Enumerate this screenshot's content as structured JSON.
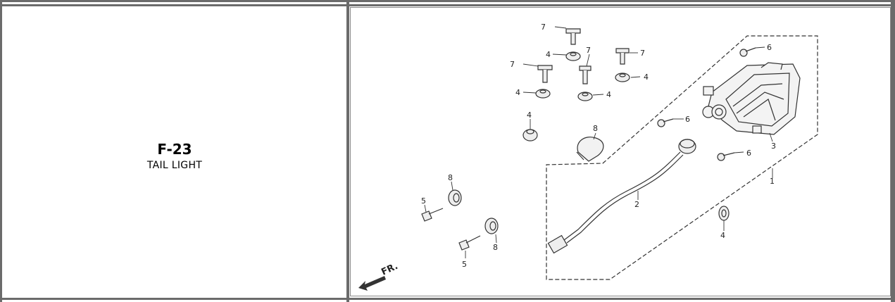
{
  "section": {
    "code": "F-23",
    "name": "TAIL LIGHT"
  },
  "diagram": {
    "callouts": {
      "c1": "1",
      "c2": "2",
      "c3": "3",
      "c4a": "4",
      "c4b": "4",
      "c4c": "4",
      "c4d": "4",
      "c4e": "4",
      "c4f": "4",
      "c5a": "5",
      "c5b": "5",
      "c6a": "6",
      "c6b": "6",
      "c6c": "6",
      "c7a": "7",
      "c7b": "7",
      "c7c": "7",
      "c7d": "7",
      "c8a": "8",
      "c8b": "8",
      "c8c": "8"
    },
    "direction_label": "FR."
  }
}
